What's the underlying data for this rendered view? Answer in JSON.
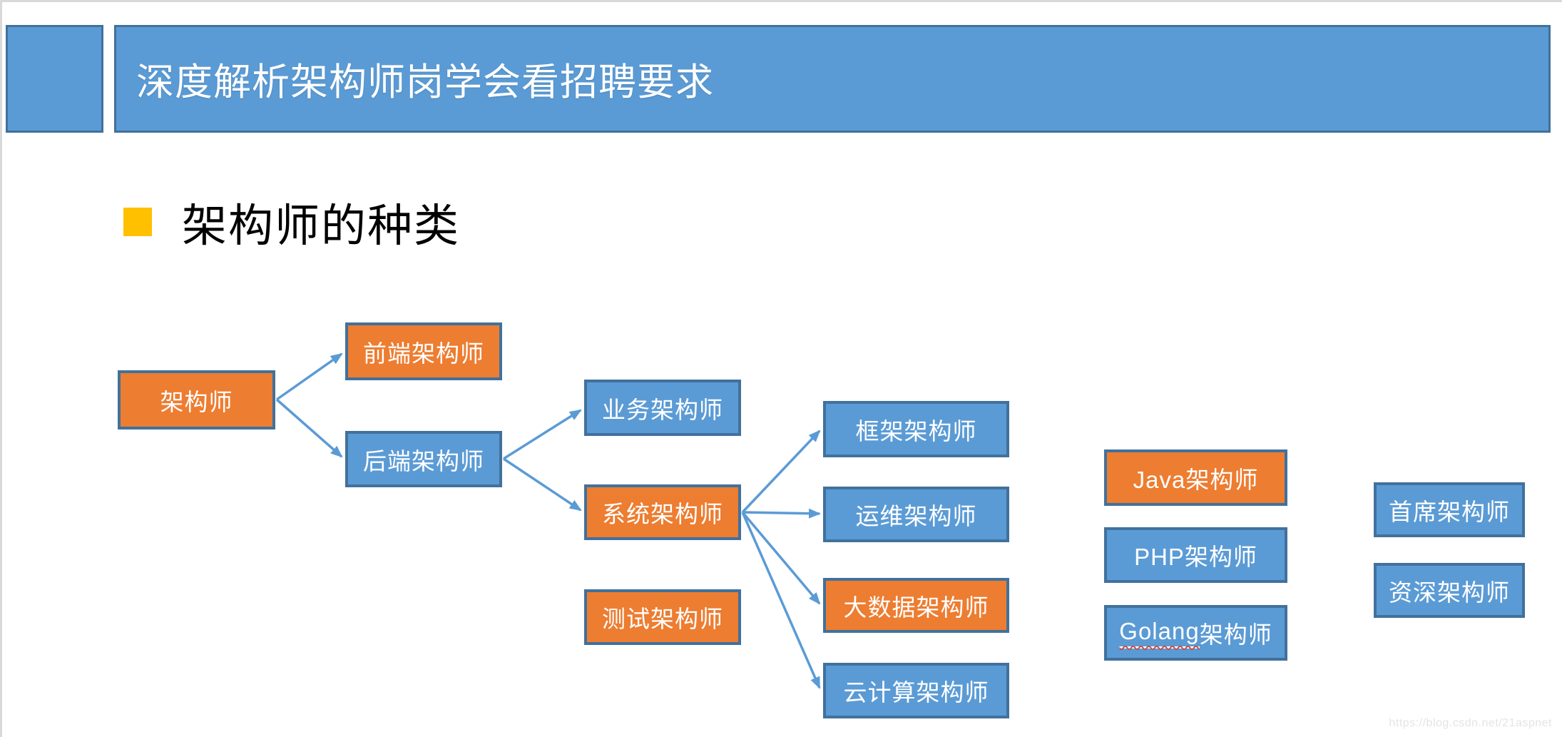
{
  "title_bar": {
    "text": "深度解析架构师岗学会看招聘要求"
  },
  "section": {
    "heading": "架构师的种类"
  },
  "colors": {
    "box_blue": "#5B9BD5",
    "box_orange": "#ED7D31",
    "box_border": "#41719C",
    "arrow": "#5B9BD5",
    "bullet": "#FFC000",
    "title_bg": "#5B9BD5"
  },
  "diagram": {
    "nodes": [
      {
        "label": "架构师",
        "variant": "orange"
      },
      {
        "label": "前端架构师",
        "variant": "orange"
      },
      {
        "label": "后端架构师",
        "variant": "blue"
      },
      {
        "label": "业务架构师",
        "variant": "blue"
      },
      {
        "label": "系统架构师",
        "variant": "orange"
      },
      {
        "label": "测试架构师",
        "variant": "orange"
      },
      {
        "label": "框架架构师",
        "variant": "blue"
      },
      {
        "label": "运维架构师",
        "variant": "blue"
      },
      {
        "label": "大数据架构师",
        "variant": "orange"
      },
      {
        "label": "云计算架构师",
        "variant": "blue"
      },
      {
        "label": "Java架构师",
        "variant": "orange"
      },
      {
        "label": "PHP架构师",
        "variant": "blue"
      },
      {
        "label": "Golang架构师",
        "variant": "blue",
        "prefix": "Golang",
        "suffix": "架构师"
      },
      {
        "label": "首席架构师",
        "variant": "blue"
      },
      {
        "label": "资深架构师",
        "variant": "blue"
      }
    ],
    "edges": [
      {
        "from": "架构师",
        "to": "前端架构师"
      },
      {
        "from": "架构师",
        "to": "后端架构师"
      },
      {
        "from": "后端架构师",
        "to": "业务架构师"
      },
      {
        "from": "后端架构师",
        "to": "系统架构师"
      },
      {
        "from": "系统架构师",
        "to": "框架架构师"
      },
      {
        "from": "系统架构师",
        "to": "运维架构师"
      },
      {
        "from": "系统架构师",
        "to": "大数据架构师"
      },
      {
        "from": "系统架构师",
        "to": "云计算架构师"
      }
    ]
  },
  "watermark": "https://blog.csdn.net/21aspnet"
}
